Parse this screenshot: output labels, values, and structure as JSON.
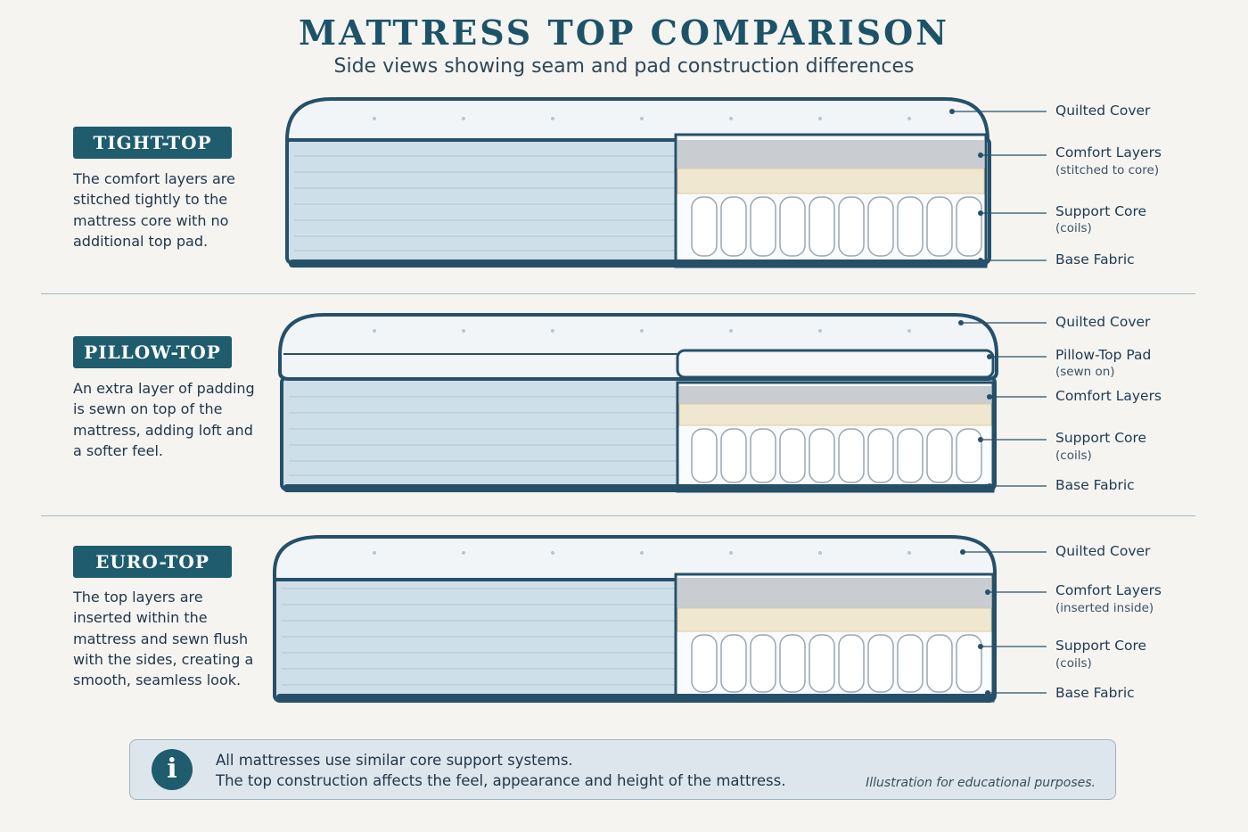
{
  "title": "MATTRESS TOP COMPARISON",
  "subtitle": "Side views showing seam and pad construction differences",
  "sections": [
    {
      "badge": "TIGHT-TOP",
      "description": "The comfort layers are stitched tightly to the mattress core with no additional top pad.",
      "callouts": [
        {
          "label": "Quilted Cover",
          "sub": ""
        },
        {
          "label": "Comfort Layers",
          "sub": "(stitched to core)"
        },
        {
          "label": "Support Core",
          "sub": "(coils)"
        },
        {
          "label": "Base Fabric",
          "sub": ""
        }
      ]
    },
    {
      "badge": "PILLOW-TOP",
      "description": "An extra layer of padding is sewn on top of the mattress, adding loft and a softer feel.",
      "callouts": [
        {
          "label": "Quilted Cover",
          "sub": ""
        },
        {
          "label": "Pillow-Top Pad",
          "sub": "(sewn on)"
        },
        {
          "label": "Comfort Layers",
          "sub": ""
        },
        {
          "label": "Support Core",
          "sub": "(coils)"
        },
        {
          "label": "Base Fabric",
          "sub": ""
        }
      ]
    },
    {
      "badge": "EURO-TOP",
      "description": "The top layers are inserted within the mattress and sewn flush with the sides, creating a smooth, seamless look.",
      "callouts": [
        {
          "label": "Quilted Cover",
          "sub": ""
        },
        {
          "label": "Comfort Layers",
          "sub": "(inserted inside)"
        },
        {
          "label": "Support Core",
          "sub": "(coils)"
        },
        {
          "label": "Base Fabric",
          "sub": ""
        }
      ]
    }
  ],
  "info": {
    "icon": "info-icon",
    "line1": "All mattresses use similar core support systems.",
    "line2": "The top construction affects the feel, appearance and height of the mattress.",
    "note": "Illustration for educational purposes."
  },
  "colors": {
    "accent": "#1e5c6e",
    "piping": "#26506a",
    "side_panel": "#cfdfe9",
    "quilt": "#f2f5f8",
    "comfort_foam": "#c9ccd0",
    "latex_layer": "#efe7cf",
    "background": "#f5f4f1"
  }
}
